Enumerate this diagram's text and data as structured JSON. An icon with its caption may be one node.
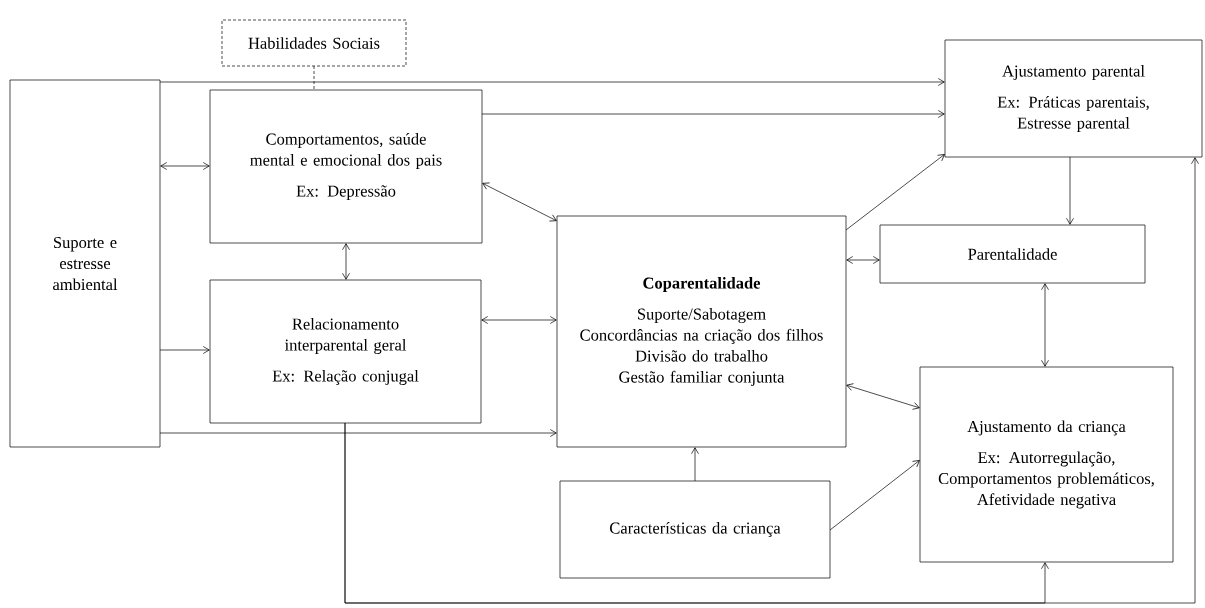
{
  "diagram": {
    "nodes": [
      {
        "text": [
          "Habilidades Sociais"
        ]
      },
      {
        "text": [
          "Suporte e estresse ambiental"
        ]
      },
      {
        "text": [
          "Comportamentos, saúde mental e emocional dos pais",
          "Ex: Depressão"
        ]
      },
      {
        "text": [
          "Relacionamento interparental geral",
          "Ex: Relação conjugal"
        ]
      },
      {
        "text": [
          "Coparentalidade",
          "Suporte/Sabotagem",
          "Concordâncias na criação dos filhos",
          "Divisão do trabalho",
          "Gestão familiar conjunta"
        ]
      },
      {
        "text": [
          "Ajustamento parental",
          "Ex: Práticas parentais, Estresse parental"
        ]
      },
      {
        "text": [
          "Parentalidade"
        ]
      },
      {
        "text": [
          "Ajustamento da criança",
          "Ex: Autorregulação, Comportamentos problemáticos, Afetividade negativa"
        ]
      },
      {
        "text": [
          "Características da criança"
        ]
      }
    ],
    "edges": [
      {
        "from": 0,
        "to": 2,
        "arrow": "none",
        "style": "dashed"
      },
      {
        "from": 1,
        "to": 5,
        "arrow": "to"
      },
      {
        "from": 1,
        "to": 2,
        "arrow": "both"
      },
      {
        "from": 2,
        "to": 5,
        "arrow": "to"
      },
      {
        "from": 2,
        "to": 4,
        "arrow": "both"
      },
      {
        "from": 2,
        "to": 3,
        "arrow": "both"
      },
      {
        "from": 1,
        "to": 3,
        "arrow": "to"
      },
      {
        "from": 3,
        "to": 4,
        "arrow": "both"
      },
      {
        "from": 1,
        "to": 4,
        "arrow": "to"
      },
      {
        "from": 4,
        "to": 5,
        "arrow": "to"
      },
      {
        "from": 4,
        "to": 6,
        "arrow": "both"
      },
      {
        "from": 5,
        "to": 6,
        "arrow": "to"
      },
      {
        "from": 6,
        "to": 7,
        "arrow": "both"
      },
      {
        "from": 4,
        "to": 7,
        "arrow": "both"
      },
      {
        "from": 8,
        "to": 4,
        "arrow": "to"
      },
      {
        "from": 8,
        "to": 7,
        "arrow": "to"
      },
      {
        "from": 3,
        "to": 7,
        "arrow": "to"
      },
      {
        "from": 3,
        "to": 5,
        "arrow": "to"
      }
    ]
  }
}
